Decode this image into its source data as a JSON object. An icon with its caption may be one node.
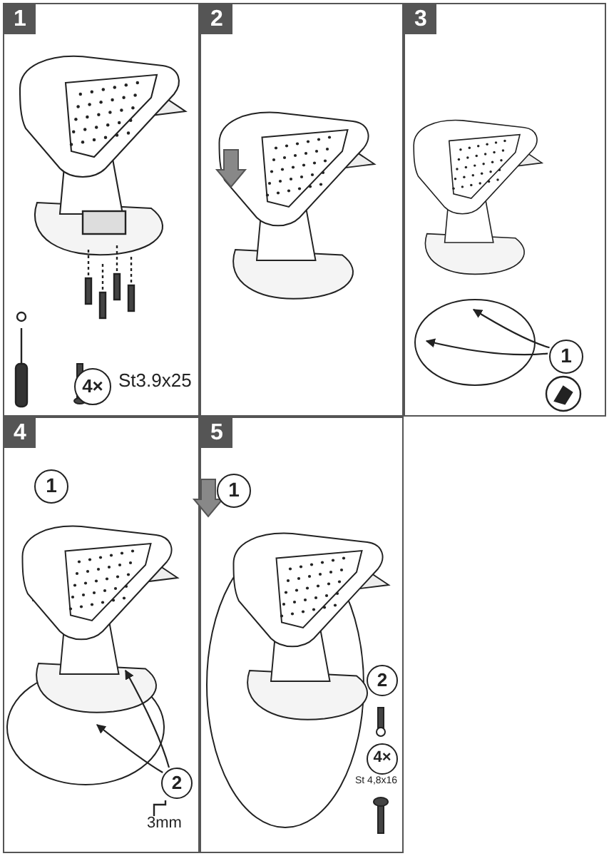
{
  "diagram": {
    "nodes": [
      {
        "text": [
          "1"
        ]
      },
      {
        "text": [
          "4×"
        ],
        "in": 0,
        "beside": [
          "St3.9x25"
        ]
      },
      {
        "text": [
          "2"
        ]
      },
      {
        "text": [
          "3"
        ]
      },
      {
        "text": [
          "1"
        ],
        "in": 3
      },
      {
        "text": [
          "4"
        ]
      },
      {
        "text": [
          "1"
        ],
        "in": 5
      },
      {
        "text": [
          "2"
        ],
        "in": 5
      },
      {
        "text": [
          "5"
        ]
      },
      {
        "text": [
          "1"
        ],
        "in": 8
      },
      {
        "text": [
          "2"
        ],
        "in": 8
      },
      {
        "text": [
          "4×"
        ],
        "in": 8,
        "beside": [
          "St 4,8x16"
        ]
      },
      {
        "text": [],
        "shape": "picture",
        "in": 3
      },
      {
        "text": [],
        "shape": "picture",
        "in": 5
      }
    ],
    "edges": [
      {
        "from": 4,
        "to": 12,
        "arrow": "to"
      },
      {
        "from": 4,
        "to": 12,
        "arrow": "to"
      },
      {
        "from": 7,
        "to": 13,
        "arrow": "to"
      },
      {
        "from": 7,
        "to": 13,
        "arrow": "to"
      }
    ],
    "labels": [
      "3mm"
    ]
  }
}
